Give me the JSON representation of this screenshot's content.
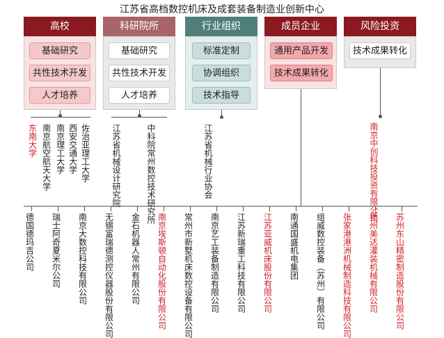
{
  "title": "江苏省高档数控机床及成套装备制造业创新中心",
  "headers": [
    "高校",
    "科研院所",
    "行业组织",
    "成员企业",
    "风险投资"
  ],
  "universities": {
    "items": [
      "基础研究",
      "共性技术开发",
      "人才培养"
    ],
    "members": [
      "东南大学",
      "南京航空航天大学",
      "南京理工大学",
      "西安交通大学",
      "佐治亚理工大学"
    ]
  },
  "institutes": {
    "items": [
      "基础研究",
      "共性技术开发",
      "人才培养"
    ],
    "members": [
      "江苏省机械设计研究院",
      "中科院常州数控技术研究所"
    ]
  },
  "industry_org": {
    "items": [
      "标准定制",
      "协调组织",
      "技术指导"
    ],
    "member": "江苏省机械行业协会"
  },
  "member_companies": {
    "items": [
      "通用产品开发",
      "技术成果转化"
    ],
    "companies": [
      {
        "name": "德国德玛吉公司",
        "color": "black"
      },
      {
        "name": "瑞士阿奇夏米尔公司",
        "color": "black"
      },
      {
        "name": "南京大数控科技有限公司",
        "color": "black"
      },
      {
        "name": "无锡富瑞德测控仪器股份有限公司",
        "color": "black"
      },
      {
        "name": "金石机器人常州有限公司",
        "color": "black"
      },
      {
        "name": "南京埃斯顿自动化股份有限公司",
        "color": "red"
      },
      {
        "name": "常州市新墅机床数控设备有限公司",
        "color": "black"
      },
      {
        "name": "南京艺工装备制造有限公司",
        "color": "black"
      },
      {
        "name": "江苏新瑞重工科技有限公司",
        "color": "black"
      },
      {
        "name": "江苏亚威机床股份有限公司",
        "color": "red"
      },
      {
        "name": "南通国盛机电集团",
        "color": "black"
      },
      {
        "name": "组威数控装备（苏州）有限公司",
        "color": "black"
      },
      {
        "name": "张家港港洲机械制造科技有限公司",
        "color": "red"
      },
      {
        "name": "扬州美达灌装机械有限公司",
        "color": "red"
      },
      {
        "name": "苏州东山精密制造股份有限公司",
        "color": "red"
      }
    ]
  },
  "venture": {
    "items": [
      "技术成果转化"
    ],
    "member": "南京中创科技投资有限公司"
  }
}
